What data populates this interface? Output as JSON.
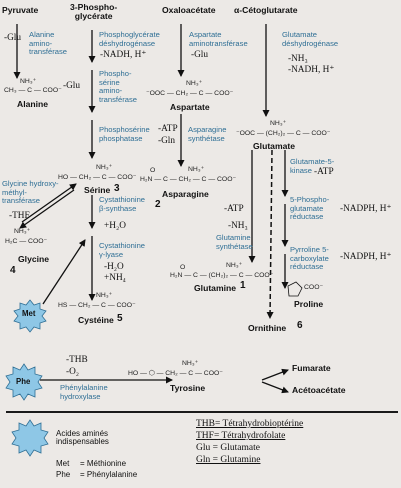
{
  "metabolites": {
    "pyruvate": "Pyruvate",
    "phosphoglycerate": "3-Phospho-\nglycérate",
    "oxaloacetate": "Oxaloacétate",
    "ketoglutarate": "α-Cétoglutarate",
    "alanine": "Alanine",
    "aspartate": "Aspartate",
    "serine": "Sérine",
    "asparagine": "Asparagine",
    "glutamate": "Glutamate",
    "glycine": "Glycine",
    "cysteine": "Cystéine",
    "glutamine": "Glutamine",
    "proline": "Proline",
    "ornithine": "Ornithine",
    "tyrosine": "Tyrosine",
    "fumarate": "Fumarate",
    "acetoacetate": "Acétoacétate",
    "met": "Met",
    "phe": "Phe"
  },
  "numbers": {
    "serine": "3",
    "asparagine": "2",
    "glycine": "4",
    "cysteine": "5",
    "glutamine": "1",
    "ornithine": "6"
  },
  "enzymes": {
    "alanine_aminotransferase": "Alanine\namino-\ntransférase",
    "phosphoglycerate_dh": "Phosphoglycérate\ndéshydrogénase",
    "aspartate_aminotransferase": "Aspartate\naminotransférase",
    "glutamate_dh": "Glutamate\ndéshydrogénase",
    "phosphoserine_aminotransferase": "Phospho-\nsérine\namino-\ntransférase",
    "phosphoserine_phosphatase": "Phosphosérine\nphosphatase",
    "asparagine_synthetase": "Asparagine\nsynthétase",
    "glutamate5_kinase": "Glutamate-5-\nkinase",
    "glycine_hmt": "Glycine hydroxy-\nméthyl-\ntransférase",
    "cystathionine_synthase": "Cystathionine\nβ-synthase",
    "glutamine_synthetase": "Glutamine\nsynthétase",
    "phosphoglutamate_reductase": "5-Phospho-\nglutamate\nréductase",
    "cystathionine_lyase": "Cystathionine\nγ-lyase",
    "pyrroline_reductase": "Pyrroline 5-\ncarboxylate\nréductase",
    "phenylalanine_hydroxylase": "Phénylalanine\nhydroxylase"
  },
  "cofactors": {
    "glu_ala": "-Glu",
    "nadh_pg": "-NADH, H⁺",
    "glu_asp": "-Glu",
    "nh3_gdh": "-NH₃",
    "nadh_gdh": "-NADH, H⁺",
    "glu_ps": "-Glu",
    "atp_asn": "-ATP",
    "gln_asn": "-Gln",
    "atp_g5k": "-ATP",
    "thf_gly": "-THF",
    "h2o_cys1": "+H₂O",
    "atp_gln": "-ATP",
    "nh3_gln": "-NH₃",
    "nadph1": "-NADPH, H⁺",
    "h2o_cys2": "-H₂O",
    "nh4_cys": "+NH₄",
    "nadph2": "-NADPH, H⁺",
    "thb": "-THB",
    "o2": "-O₂"
  },
  "chem": {
    "nh3plus": "NH₃⁺",
    "ala": "CH₃ — C — COO⁻",
    "asp": "⁻OOC — CH₂ — C — COO⁻",
    "ser": "HO — CH₂ — C — COO⁻",
    "asn": "H₂N — C — CH₂ — C — COO⁻",
    "glu": "⁻OOC — (CH₂)₂ — C — COO⁻",
    "gly": "H₂C — COO⁻",
    "cys": "HS — CH₂ — C — COO⁻",
    "gln": "H₂N — C — (CH₂)₂ — C — COO⁻",
    "pro": "COO⁻",
    "tyr": "HO — ⬡ — CH₂ — C — COO⁻",
    "o": "O"
  },
  "legend": {
    "essential": "Acides aminés\nindispensables",
    "met_key": "Met",
    "met_def": "= Méthionine",
    "phe_key": "Phe",
    "phe_def": "= Phénylalanine",
    "thb_def": "THB= Tétrahydrobioptérine",
    "thf_def": "THF= Tétrahydrofolate",
    "glu_def": "Glu = Glutamate",
    "gln_def": "Gln = Glutamine"
  }
}
